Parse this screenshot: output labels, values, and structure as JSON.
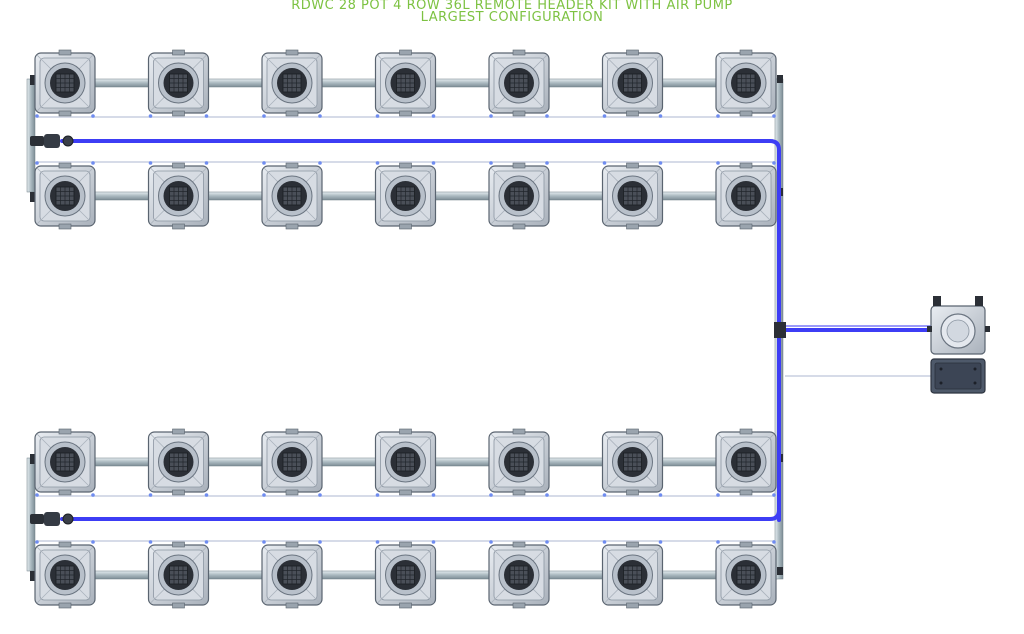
{
  "title": {
    "line1": "RDWC 28 POT 4 ROW 36L REMOTE HEADER KIT WITH AIR PUMP",
    "line2": "LARGEST CONFIGURATION"
  },
  "colors": {
    "title": "#7dc242",
    "air_line": "#3d3df5",
    "water_pipe": "#b4c2c8",
    "pot_body": "#c6ccd4",
    "pot_edge": "#5a6470",
    "lid_dark": "#2b2f36",
    "valve": "#ffffff"
  },
  "layout_counts": {
    "rows": 4,
    "pots_per_row": 7
  }
}
